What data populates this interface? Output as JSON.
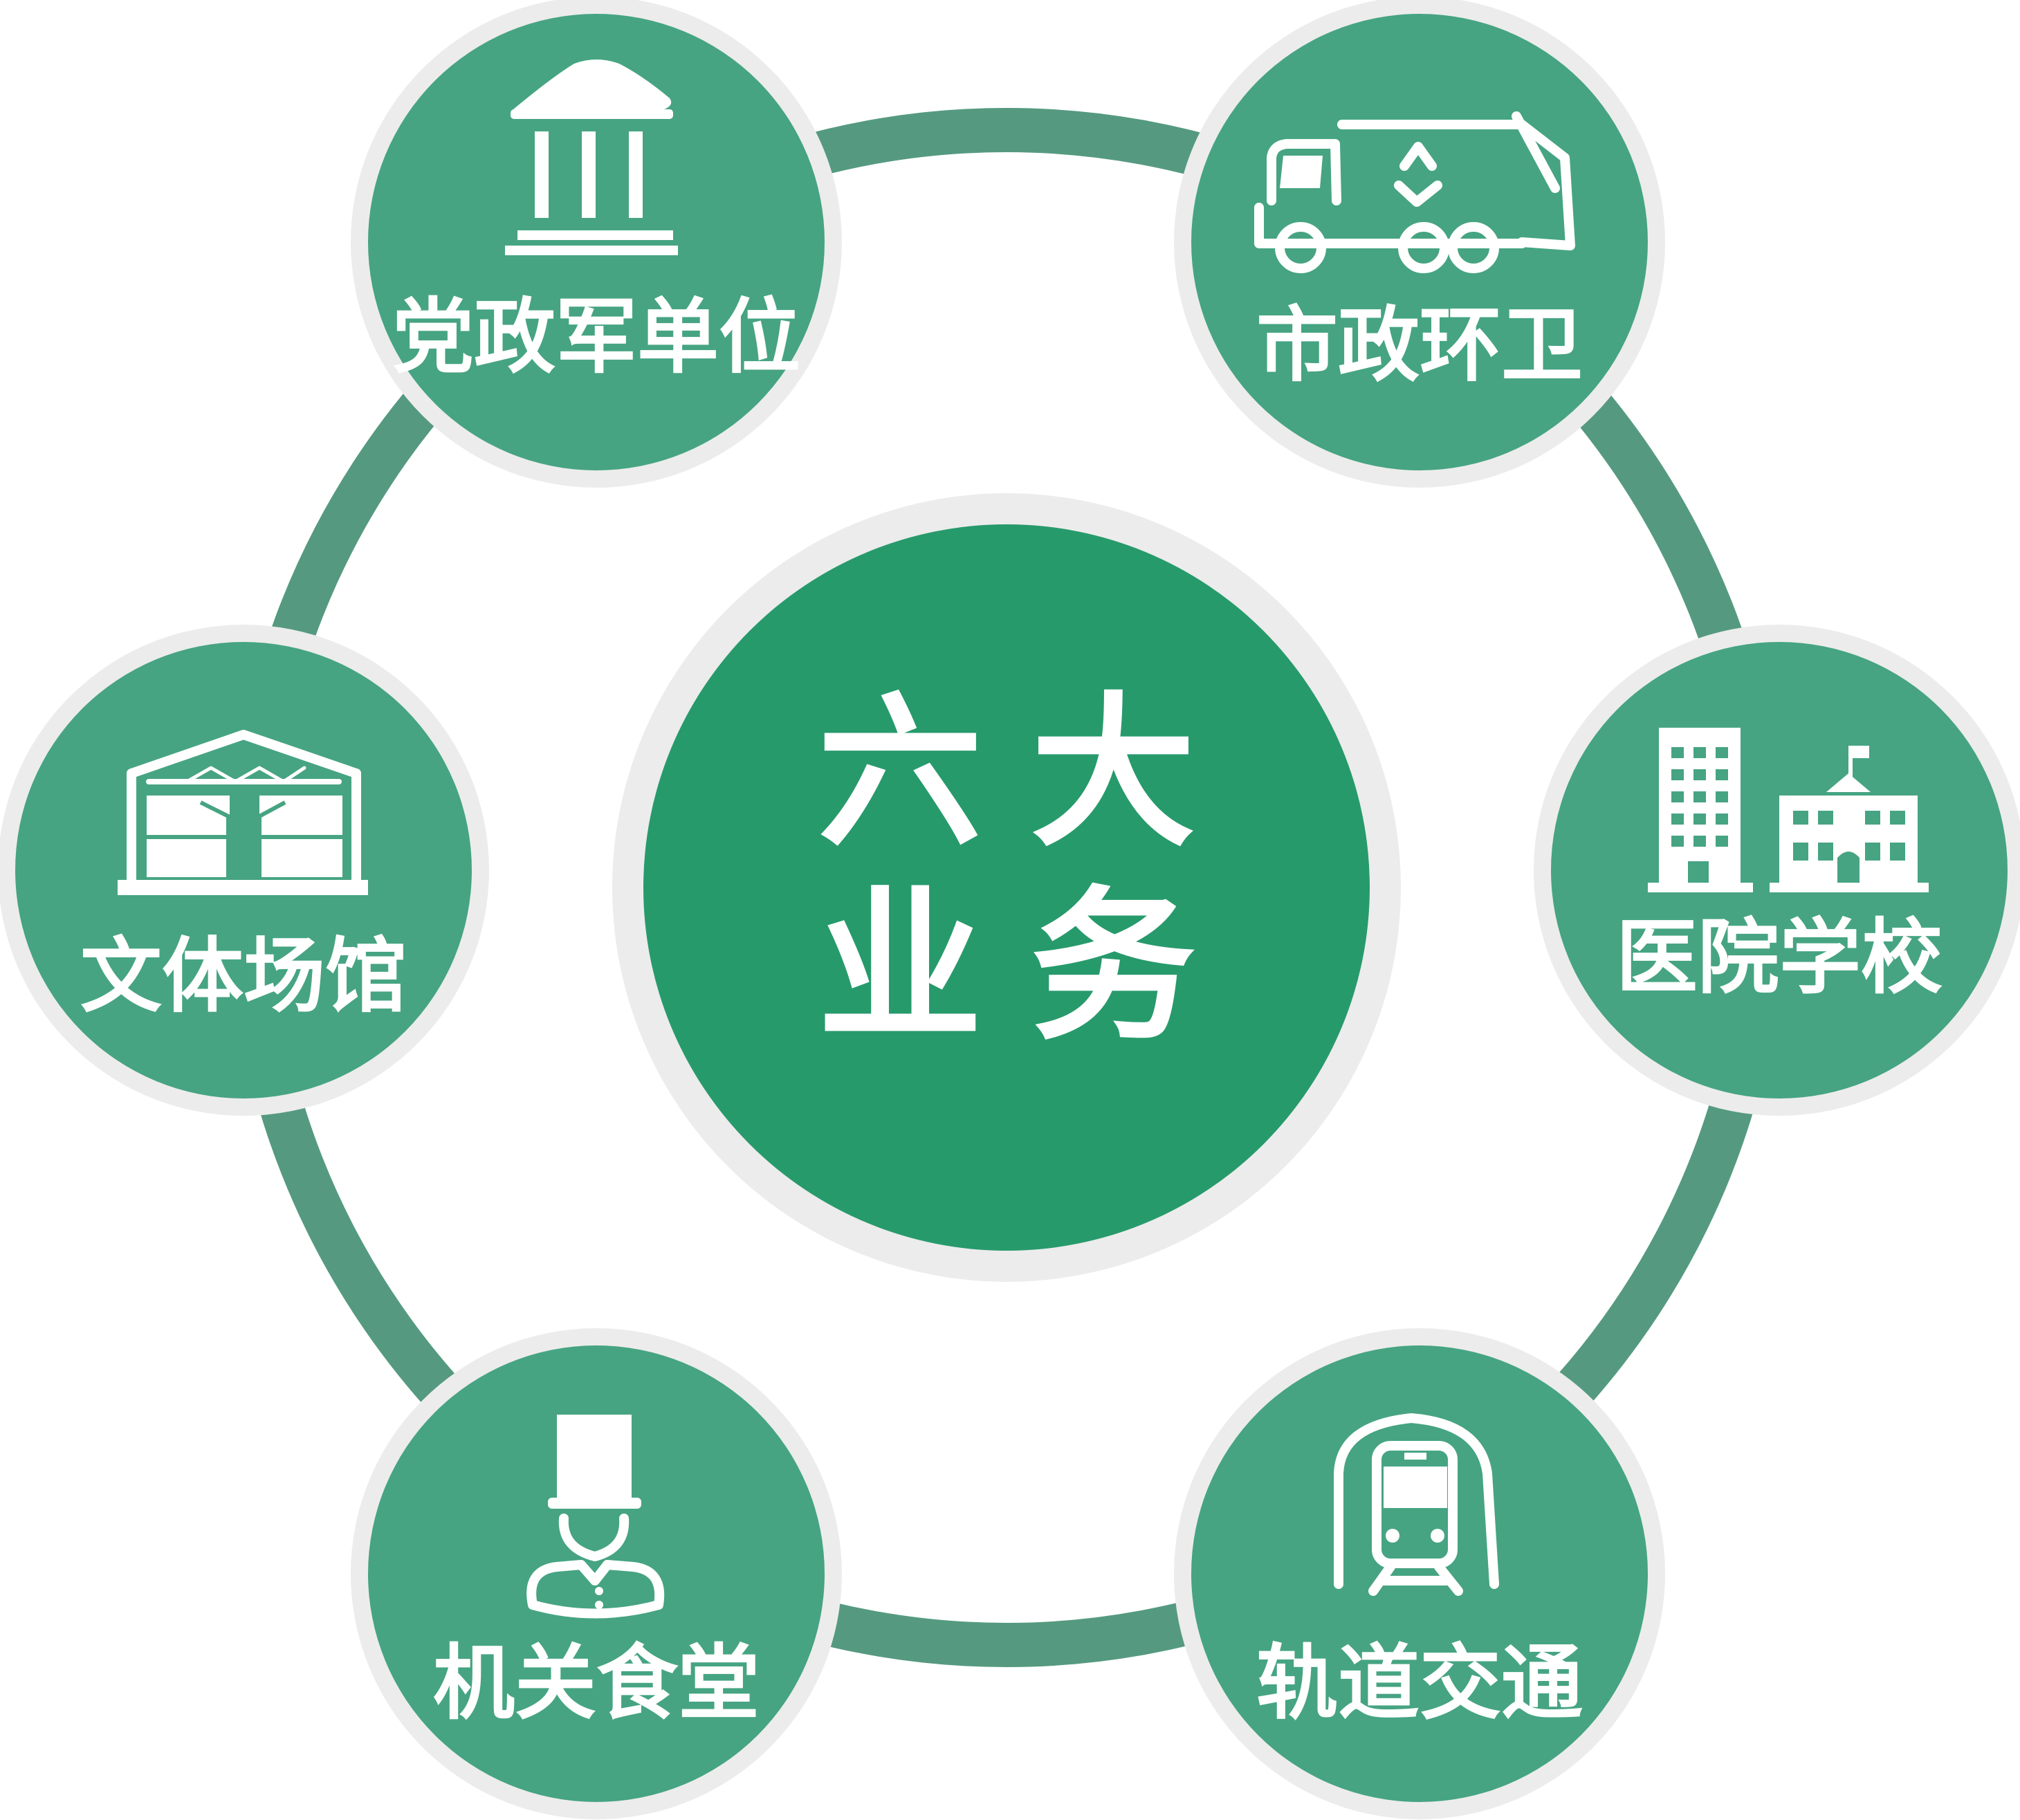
{
  "center": {
    "line1": "六大",
    "line2": "业务"
  },
  "nodes": [
    {
      "id": "gov",
      "label": "党政军单位",
      "icon": "government-building-icon"
    },
    {
      "id": "sanitation",
      "label": "市政环卫",
      "icon": "garbage-truck-icon"
    },
    {
      "id": "hospital",
      "label": "医院学校",
      "icon": "hospital-school-icon"
    },
    {
      "id": "rail",
      "label": "轨道交通",
      "icon": "train-icon"
    },
    {
      "id": "canteen",
      "label": "机关食堂",
      "icon": "chef-icon"
    },
    {
      "id": "stadium",
      "label": "文体场馆",
      "icon": "stadium-icon"
    }
  ],
  "colors": {
    "ring": "#559a80",
    "node_fill": "#46a482",
    "center_fill": "#279a6c",
    "halo": "#ececec",
    "text": "#ffffff"
  }
}
